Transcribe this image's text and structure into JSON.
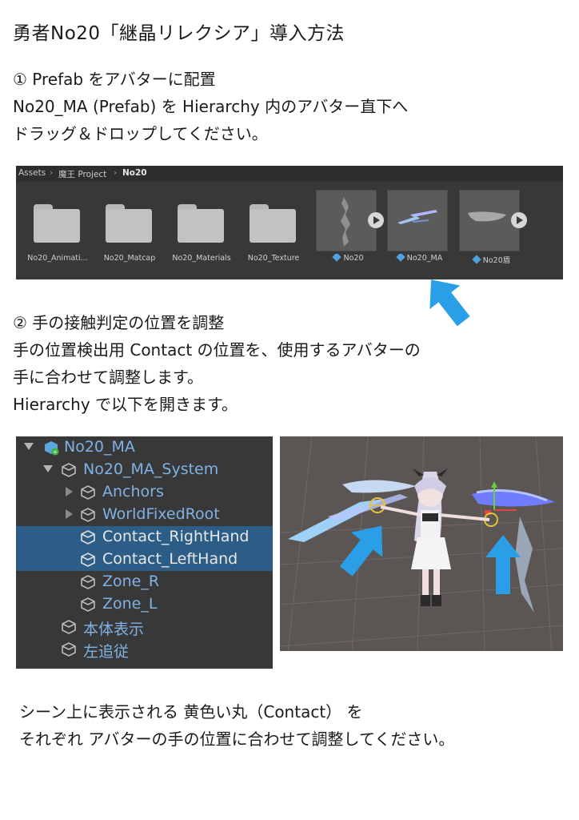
{
  "title": "勇者No20「継晶リレクシア」導入方法",
  "step1": {
    "lines": [
      "① Prefab をアバターに配置",
      "No20_MA (Prefab) を Hierarchy 内のアバター直下へ",
      "ドラッグ＆ドロップしてください。"
    ]
  },
  "project_panel": {
    "breadcrumb": [
      "Assets",
      "魔王 Project",
      "No20"
    ],
    "assets": [
      {
        "label": "No20_Animati...",
        "kind": "folder"
      },
      {
        "label": "No20_Matcap",
        "kind": "folder"
      },
      {
        "label": "No20_Materials",
        "kind": "folder"
      },
      {
        "label": "No20_Texture",
        "kind": "folder"
      },
      {
        "label": "No20",
        "kind": "prefab"
      },
      {
        "label": "No20_MA",
        "kind": "prefab"
      },
      {
        "label": "No20盾",
        "kind": "prefab"
      }
    ]
  },
  "step2": {
    "lines": [
      "② 手の接触判定の位置を調整",
      "手の位置検出用 Contact の位置を、使用するアバターの",
      "手に合わせて調整します。",
      "Hierarchy で以下を開きます。"
    ]
  },
  "hierarchy": {
    "rows": [
      "No20_MA",
      "No20_MA_System",
      "Anchors",
      "WorldFixedRoot",
      "Contact_RightHand",
      "Contact_LeftHand",
      "Zone_R",
      "Zone_L",
      "本体表示",
      "左追従"
    ]
  },
  "footer": {
    "lines": [
      "シーン上に表示される 黄色い丸（Contact） を",
      "それぞれ アバターの手の位置に合わせて調整してください。"
    ]
  },
  "colors": {
    "arrow": "#2a9ee6",
    "panel_bg": "#383838",
    "selection": "#2c5d87",
    "hierarchy_text": "#7fb2e5"
  }
}
